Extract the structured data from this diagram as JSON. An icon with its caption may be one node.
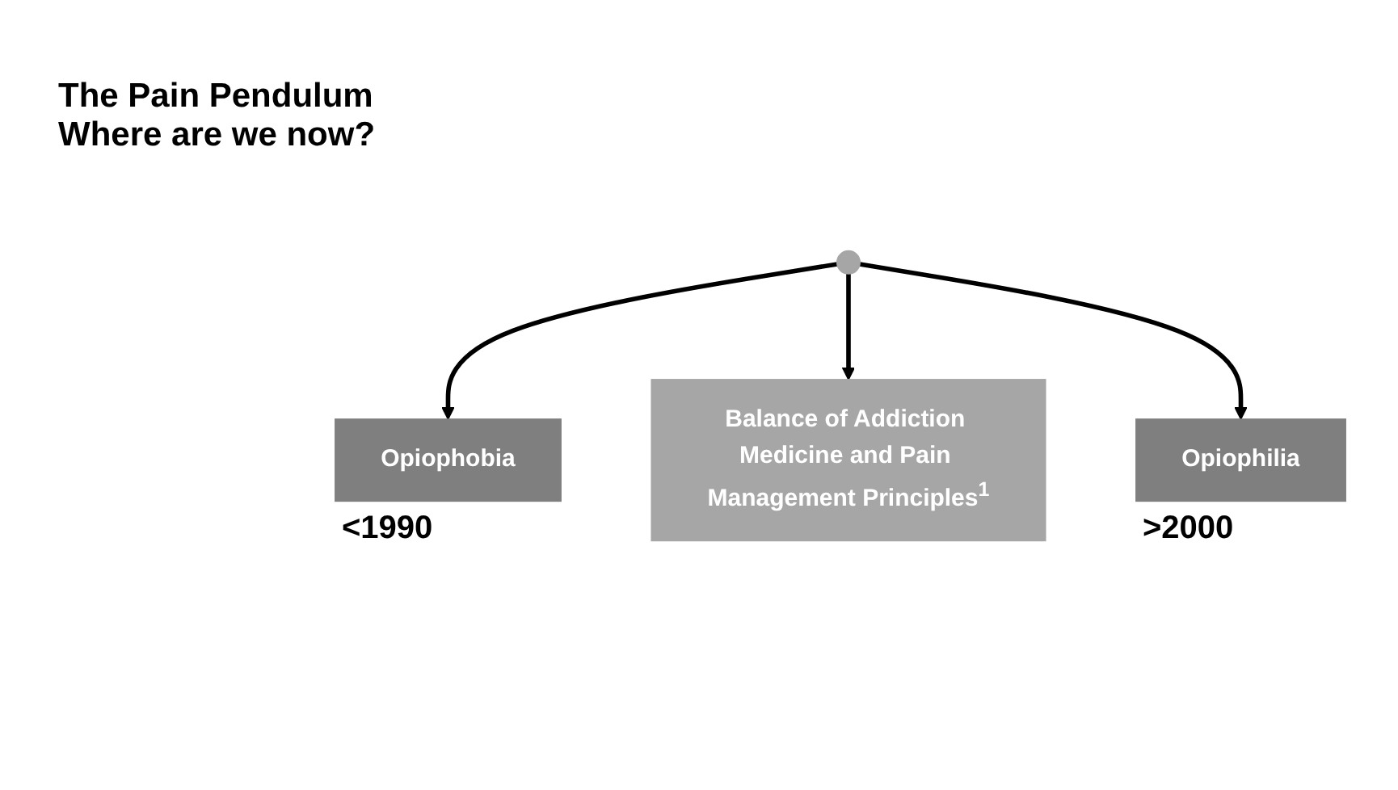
{
  "diagram": {
    "title": "The Pain Pendulum Where are we now?",
    "nodes": [
      {
        "text": [],
        "shape": "circle"
      },
      {
        "text": [
          "Opiophobia"
        ],
        "beside": [
          "<1990"
        ]
      },
      {
        "text": [
          "Balance of Addiction Medicine and Pain Management Principles$^{1}$"
        ]
      },
      {
        "text": [
          "Opiophilia"
        ],
        "beside": [
          ">2000"
        ]
      }
    ],
    "edges": [
      {
        "from": 0,
        "to": 1,
        "arrow": "to"
      },
      {
        "from": 0,
        "to": 2,
        "arrow": "to"
      },
      {
        "from": 0,
        "to": 3,
        "arrow": "to"
      }
    ]
  }
}
